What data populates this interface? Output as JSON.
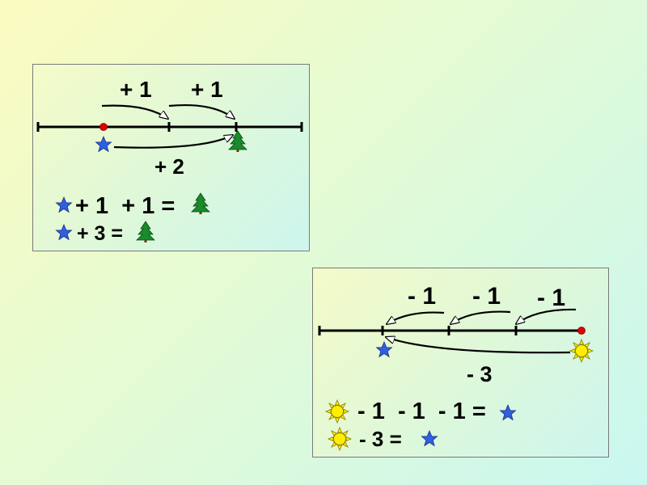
{
  "addition_panel": {
    "arc_labels": [
      "+ 1",
      "+ 1",
      "+ 2"
    ],
    "equations": [
      {
        "text": "+ 1  + 1 =",
        "start_icon": "blue-star-icon",
        "end_icon": "green-fir-tree-icon"
      },
      {
        "text": "+ 3 =",
        "start_icon": "blue-star-icon",
        "end_icon": "green-fir-tree-icon"
      }
    ],
    "colors": {
      "line": "#000000",
      "dot": "#e00000",
      "star": "#3060e0",
      "tree": "#1a8a2a"
    }
  },
  "subtraction_panel": {
    "arc_labels": [
      "- 1",
      "- 1",
      "- 1",
      "- 3"
    ],
    "equations": [
      {
        "text": "- 1  - 1  - 1 =",
        "start_icon": "yellow-sun-icon",
        "end_icon": "blue-star-icon"
      },
      {
        "text": "- 3 =",
        "start_icon": "yellow-sun-icon",
        "end_icon": "blue-star-icon"
      }
    ],
    "colors": {
      "line": "#000000",
      "dot": "#e00000",
      "star": "#3060e0",
      "sun": "#ffee00"
    }
  }
}
